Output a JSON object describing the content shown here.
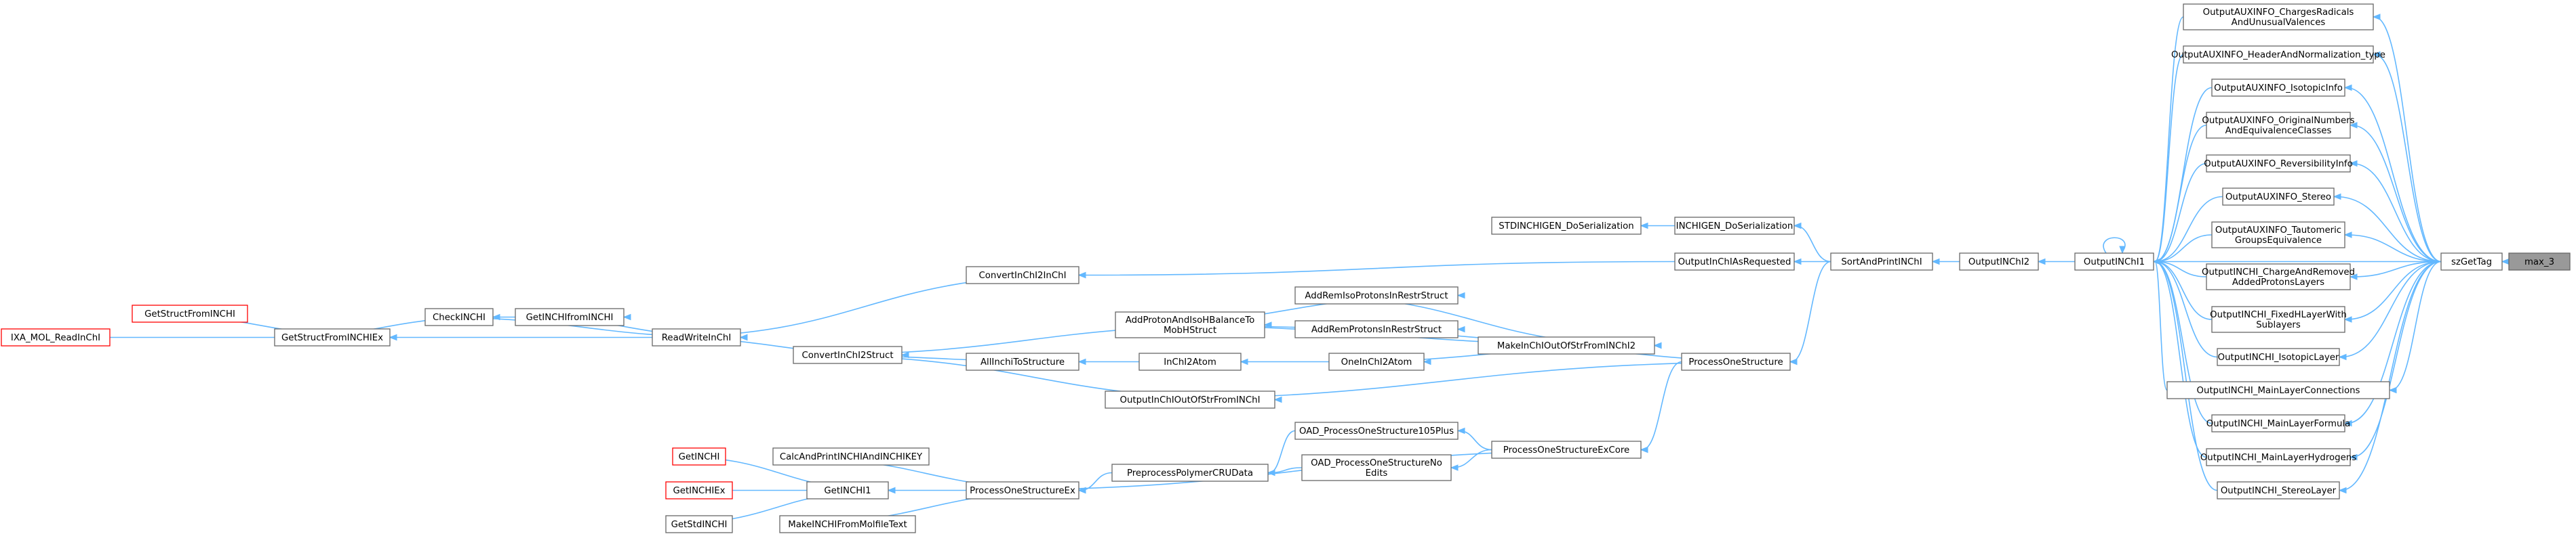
{
  "graph": {
    "title": "",
    "colors": {
      "edge": "#63b8ff",
      "node_border": "#666666",
      "entry_border": "#ff0000",
      "target_fill": "#999999"
    },
    "nodes": {
      "max_3": {
        "lines": [
          "max_3"
        ],
        "style": "target"
      },
      "szGetTag": {
        "lines": [
          "szGetTag"
        ]
      },
      "AUX_Charges": {
        "lines": [
          "OutputAUXINFO_ChargesRadicals",
          "AndUnusualValences"
        ]
      },
      "AUX_Header": {
        "lines": [
          "OutputAUXINFO_HeaderAndNormalization_type"
        ]
      },
      "AUX_Isotopic": {
        "lines": [
          "OutputAUXINFO_IsotopicInfo"
        ]
      },
      "AUX_Original": {
        "lines": [
          "OutputAUXINFO_OriginalNumbers",
          "AndEquivalenceClasses"
        ]
      },
      "AUX_Reversibility": {
        "lines": [
          "OutputAUXINFO_ReversibilityInfo"
        ]
      },
      "AUX_Stereo": {
        "lines": [
          "OutputAUXINFO_Stereo"
        ]
      },
      "AUX_Tautomeric": {
        "lines": [
          "OutputAUXINFO_Tautomeric",
          "GroupsEquivalence"
        ]
      },
      "INCHI_Charge": {
        "lines": [
          "OutputINCHI_ChargeAndRemoved",
          "AddedProtonsLayers"
        ]
      },
      "INCHI_FixedH": {
        "lines": [
          "OutputINCHI_FixedHLayerWith",
          "Sublayers"
        ]
      },
      "INCHI_Isotopic": {
        "lines": [
          "OutputINCHI_IsotopicLayer"
        ]
      },
      "INCHI_MainConn": {
        "lines": [
          "OutputINCHI_MainLayerConnections"
        ]
      },
      "INCHI_MainFormula": {
        "lines": [
          "OutputINCHI_MainLayerFormula"
        ]
      },
      "INCHI_MainHydrogens": {
        "lines": [
          "OutputINCHI_MainLayerHydrogens"
        ]
      },
      "INCHI_Stereo": {
        "lines": [
          "OutputINCHI_StereoLayer"
        ]
      },
      "OutputINChI1": {
        "lines": [
          "OutputINChI1"
        ]
      },
      "OutputINChI2": {
        "lines": [
          "OutputINChI2"
        ]
      },
      "SortAndPrintINChI": {
        "lines": [
          "SortAndPrintINChI"
        ]
      },
      "INCHIGEN_DoSerialization": {
        "lines": [
          "INCHIGEN_DoSerialization"
        ]
      },
      "STDINCHIGEN_DoSerialization": {
        "lines": [
          "STDINCHIGEN_DoSerialization"
        ]
      },
      "OutputInChIAsRequested": {
        "lines": [
          "OutputInChIAsRequested"
        ]
      },
      "ProcessOneStructure": {
        "lines": [
          "ProcessOneStructure"
        ]
      },
      "ProcessOneStructureExCore": {
        "lines": [
          "ProcessOneStructureExCore"
        ]
      },
      "ConvertInChI2InChI": {
        "lines": [
          "ConvertInChI2InChI"
        ]
      },
      "MakeInChIOutOfStrFromINChI2": {
        "lines": [
          "MakeInChIOutOfStrFromINChI2"
        ]
      },
      "AddRemIsoProtons": {
        "lines": [
          "AddRemIsoProtonsInRestrStruct"
        ]
      },
      "AddRemProtons": {
        "lines": [
          "AddRemProtonsInRestrStruct"
        ]
      },
      "OneInChI2Atom": {
        "lines": [
          "OneInChI2Atom"
        ]
      },
      "OutputInChIOutOfStrFromINChI": {
        "lines": [
          "OutputInChIOutOfStrFromINChI"
        ]
      },
      "AddProtonAndIsoH": {
        "lines": [
          "AddProtonAndIsoHBalanceTo",
          "MobHStruct"
        ]
      },
      "InChI2Atom": {
        "lines": [
          "InChI2Atom"
        ]
      },
      "AllInchiToStructure": {
        "lines": [
          "AllInchiToStructure"
        ]
      },
      "ConvertInChI2Struct": {
        "lines": [
          "ConvertInChI2Struct"
        ]
      },
      "ReadWriteInChI": {
        "lines": [
          "ReadWriteInChI"
        ]
      },
      "GetINCHIfromINCHI": {
        "lines": [
          "GetINCHIfromINCHI"
        ]
      },
      "CheckINCHI": {
        "lines": [
          "CheckINCHI"
        ]
      },
      "GetStructFromINCHIEx": {
        "lines": [
          "GetStructFromINCHIEx"
        ]
      },
      "GetStructFromINCHI": {
        "lines": [
          "GetStructFromINCHI"
        ],
        "style": "entry"
      },
      "IXA_MOL_ReadInChI": {
        "lines": [
          "IXA_MOL_ReadInChI"
        ],
        "style": "entry"
      },
      "OAD_105Plus": {
        "lines": [
          "OAD_ProcessOneStructure105Plus"
        ]
      },
      "OAD_NoEdits": {
        "lines": [
          "OAD_ProcessOneStructureNo",
          "Edits"
        ]
      },
      "PreprocessPolymerCRUData": {
        "lines": [
          "PreprocessPolymerCRUData"
        ]
      },
      "ProcessOneStructureEx": {
        "lines": [
          "ProcessOneStructureEx"
        ]
      },
      "CalcAndPrint": {
        "lines": [
          "CalcAndPrintINCHIAndINCHIKEY"
        ]
      },
      "GetINCHI1": {
        "lines": [
          "GetINCHI1"
        ]
      },
      "MakeINCHIFromMolfileText": {
        "lines": [
          "MakeINCHIFromMolfileText"
        ]
      },
      "GetINCHI": {
        "lines": [
          "GetINCHI"
        ],
        "style": "entry"
      },
      "GetINCHIEx": {
        "lines": [
          "GetINCHIEx"
        ],
        "style": "entry"
      },
      "GetStdINCHI": {
        "lines": [
          "GetStdINCHI"
        ]
      }
    },
    "edges": [
      [
        "szGetTag",
        "max_3"
      ],
      [
        "AUX_Charges",
        "szGetTag"
      ],
      [
        "AUX_Header",
        "szGetTag"
      ],
      [
        "AUX_Isotopic",
        "szGetTag"
      ],
      [
        "AUX_Original",
        "szGetTag"
      ],
      [
        "AUX_Reversibility",
        "szGetTag"
      ],
      [
        "AUX_Stereo",
        "szGetTag"
      ],
      [
        "AUX_Tautomeric",
        "szGetTag"
      ],
      [
        "INCHI_Charge",
        "szGetTag"
      ],
      [
        "INCHI_FixedH",
        "szGetTag"
      ],
      [
        "INCHI_Isotopic",
        "szGetTag"
      ],
      [
        "INCHI_MainConn",
        "szGetTag"
      ],
      [
        "INCHI_MainFormula",
        "szGetTag"
      ],
      [
        "INCHI_MainHydrogens",
        "szGetTag"
      ],
      [
        "INCHI_Stereo",
        "szGetTag"
      ],
      [
        "OutputINChI1",
        "szGetTag"
      ],
      [
        "OutputINChI1",
        "AUX_Charges"
      ],
      [
        "OutputINChI1",
        "AUX_Header"
      ],
      [
        "OutputINChI1",
        "AUX_Isotopic"
      ],
      [
        "OutputINChI1",
        "AUX_Original"
      ],
      [
        "OutputINChI1",
        "AUX_Reversibility"
      ],
      [
        "OutputINChI1",
        "AUX_Stereo"
      ],
      [
        "OutputINChI1",
        "AUX_Tautomeric"
      ],
      [
        "OutputINChI1",
        "INCHI_Charge"
      ],
      [
        "OutputINChI1",
        "INCHI_FixedH"
      ],
      [
        "OutputINChI1",
        "INCHI_Isotopic"
      ],
      [
        "OutputINChI1",
        "INCHI_MainConn"
      ],
      [
        "OutputINChI1",
        "INCHI_MainFormula"
      ],
      [
        "OutputINChI1",
        "INCHI_MainHydrogens"
      ],
      [
        "OutputINChI1",
        "INCHI_Stereo"
      ],
      [
        "OutputINChI1",
        "OutputINChI1"
      ],
      [
        "OutputINChI2",
        "OutputINChI1"
      ],
      [
        "SortAndPrintINChI",
        "OutputINChI2"
      ],
      [
        "INCHIGEN_DoSerialization",
        "SortAndPrintINChI"
      ],
      [
        "STDINCHIGEN_DoSerialization",
        "INCHIGEN_DoSerialization"
      ],
      [
        "OutputInChIAsRequested",
        "SortAndPrintINChI"
      ],
      [
        "ProcessOneStructure",
        "SortAndPrintINChI"
      ],
      [
        "ConvertInChI2InChI",
        "OutputInChIAsRequested"
      ],
      [
        "ProcessOneStructure",
        "MakeInChIOutOfStrFromINChI2"
      ],
      [
        "ProcessOneStructure",
        "OutputInChIOutOfStrFromINChI"
      ],
      [
        "ProcessOneStructureExCore",
        "ProcessOneStructure"
      ],
      [
        "MakeInChIOutOfStrFromINChI2",
        "AddRemIsoProtons"
      ],
      [
        "MakeInChIOutOfStrFromINChI2",
        "AddRemProtons"
      ],
      [
        "MakeInChIOutOfStrFromINChI2",
        "OneInChI2Atom"
      ],
      [
        "MakeInChIOutOfStrFromINChI2",
        "AddProtonAndIsoH"
      ],
      [
        "AddRemIsoProtons",
        "AddProtonAndIsoH"
      ],
      [
        "AddRemProtons",
        "AddProtonAndIsoH"
      ],
      [
        "OneInChI2Atom",
        "InChI2Atom"
      ],
      [
        "InChI2Atom",
        "AllInchiToStructure"
      ],
      [
        "AllInchiToStructure",
        "ConvertInChI2Struct"
      ],
      [
        "AddProtonAndIsoH",
        "ConvertInChI2Struct"
      ],
      [
        "OutputInChIOutOfStrFromINChI",
        "ConvertInChI2Struct"
      ],
      [
        "ConvertInChI2Struct",
        "ReadWriteInChI"
      ],
      [
        "ConvertInChI2InChI",
        "ReadWriteInChI"
      ],
      [
        "ReadWriteInChI",
        "GetINCHIfromINCHI"
      ],
      [
        "ReadWriteInChI",
        "CheckINCHI"
      ],
      [
        "ReadWriteInChI",
        "GetStructFromINCHIEx"
      ],
      [
        "GetINCHIfromINCHI",
        "CheckINCHI"
      ],
      [
        "CheckINCHI",
        "GetStructFromINCHIEx"
      ],
      [
        "GetStructFromINCHIEx",
        "GetStructFromINCHI"
      ],
      [
        "GetStructFromINCHIEx",
        "IXA_MOL_ReadInChI"
      ],
      [
        "OAD_105Plus",
        "ProcessOneStructureExCore"
      ],
      [
        "OAD_NoEdits",
        "ProcessOneStructureExCore"
      ],
      [
        "ProcessOneStructureExCore",
        "ProcessOneStructureEx"
      ],
      [
        "PreprocessPolymerCRUData",
        "OAD_105Plus"
      ],
      [
        "PreprocessPolymerCRUData",
        "OAD_NoEdits"
      ],
      [
        "ProcessOneStructureEx",
        "PreprocessPolymerCRUData"
      ],
      [
        "ProcessOneStructureEx",
        "CalcAndPrint"
      ],
      [
        "ProcessOneStructureEx",
        "GetINCHI1"
      ],
      [
        "ProcessOneStructureEx",
        "MakeINCHIFromMolfileText"
      ],
      [
        "GetINCHI1",
        "GetINCHI"
      ],
      [
        "GetINCHI1",
        "GetINCHIEx"
      ],
      [
        "GetINCHI1",
        "GetStdINCHI"
      ]
    ]
  }
}
